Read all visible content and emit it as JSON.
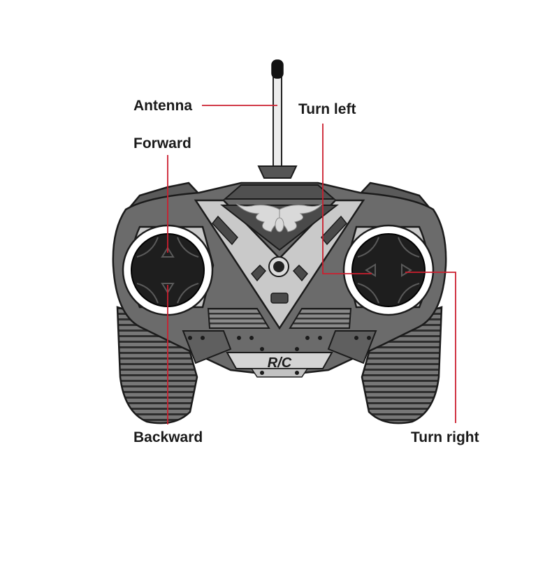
{
  "diagram": {
    "labels": {
      "antenna": "Antenna",
      "turn_left": "Turn left",
      "forward": "Forward",
      "backward": "Backward",
      "turn_right": "Turn right"
    },
    "badge_text": "R/C",
    "colors": {
      "body": "#6b6b6b",
      "body_dark": "#3a3a3a",
      "body_light": "#8a8a8a",
      "silver": "#c9c9c9",
      "stick": "#1e1e1e",
      "leader_line": "#cc1f2f",
      "label_text": "#1a1a1a"
    },
    "icons": {
      "controller": "rc-transmitter-icon",
      "emblem": "tribal-flame-emblem-icon"
    }
  }
}
